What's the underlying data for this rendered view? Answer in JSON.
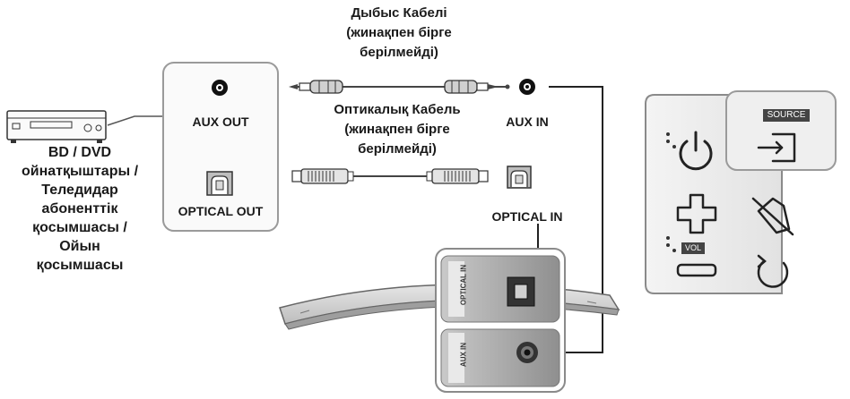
{
  "device": {
    "lines": [
      "BD / DVD",
      "ойнатқыштары /",
      "Теледидар",
      "абоненттік",
      "қосымшасы /",
      "Ойын",
      "қосымшасы"
    ]
  },
  "source_panel": {
    "aux_out": "AUX OUT",
    "optical_out": "OPTICAL OUT"
  },
  "aux_cable": {
    "lines": [
      "Дыбыс Кабелі",
      "(жинақпен бірге",
      "берілмейді)"
    ]
  },
  "optical_cable": {
    "lines": [
      "Оптикалық Кабель",
      "(жинақпен бірге",
      "берілмейді)"
    ]
  },
  "soundbar_ports": {
    "aux_in": "AUX IN",
    "optical_in": "OPTICAL IN",
    "optical_port_label": "OPTICAL IN",
    "aux_port_label": "AUX IN"
  },
  "remote": {
    "source_label": "SOURCE",
    "vol_label": "VOL"
  }
}
